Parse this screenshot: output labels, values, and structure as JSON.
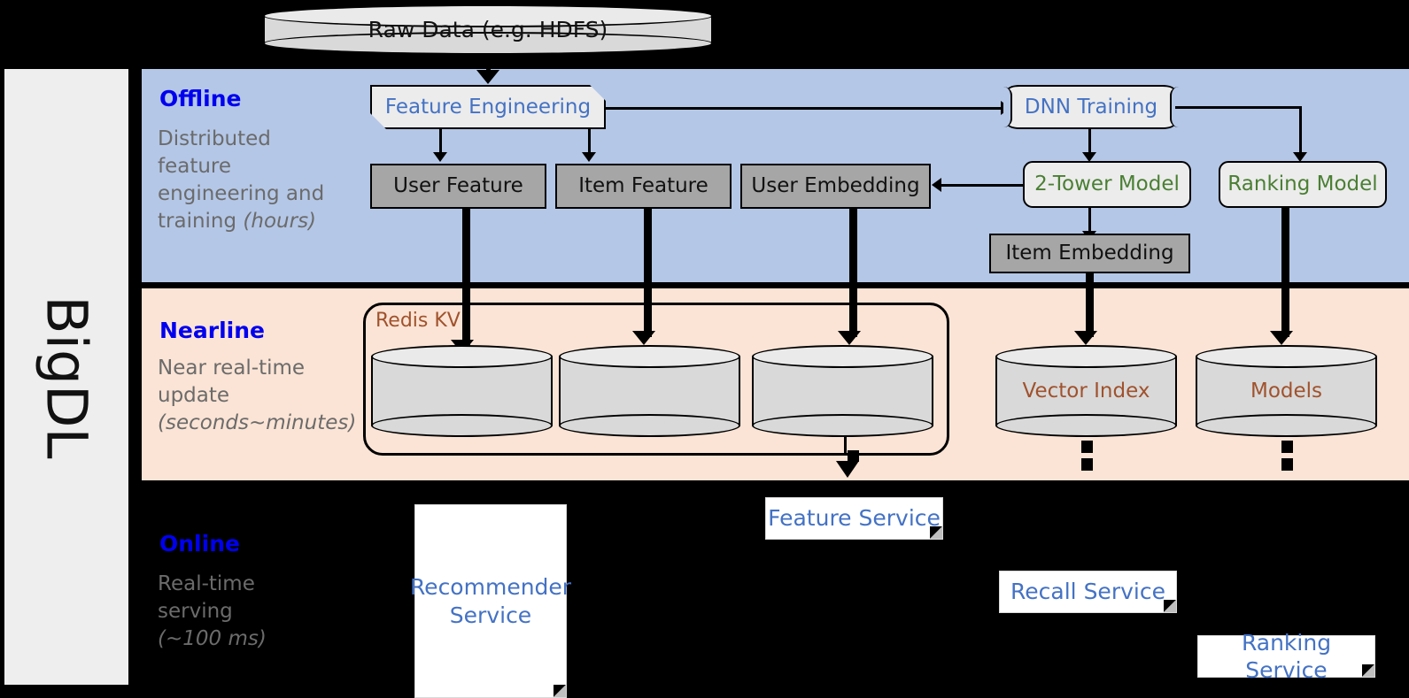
{
  "rail": {
    "label": "BigDL"
  },
  "stages": [
    {
      "id": "offline",
      "title": "Offline",
      "desc_line1": "Distributed",
      "desc_line2": "feature",
      "desc_line3": "engineering and",
      "desc_line4": "training ",
      "desc_italic": "(hours)"
    },
    {
      "id": "nearline",
      "title": "Nearline",
      "desc_line1": "Near real-time",
      "desc_line2": "update",
      "desc_line3": "",
      "desc_line4": "",
      "desc_italic": "(seconds~minutes)"
    },
    {
      "id": "online",
      "title": "Online",
      "desc_line1": "Real-time",
      "desc_line2": "serving",
      "desc_line3": "",
      "desc_line4": "",
      "desc_italic": "(~100 ms)"
    }
  ],
  "source": {
    "raw_data": "Raw Data (e.g. HDFS)"
  },
  "offline": {
    "feature_engineering": "Feature Engineering",
    "dnn_training": "DNN Training",
    "user_feature": "User Feature",
    "item_feature": "Item Feature",
    "user_embedding": "User Embedding",
    "two_tower_model": "2-Tower Model",
    "ranking_model": "Ranking Model",
    "item_embedding": "Item Embedding"
  },
  "nearline": {
    "redis_kv": "Redis KV",
    "store_user_feature": "",
    "store_item_feature": "",
    "store_user_embedding": "",
    "vector_index": "Vector Index",
    "models": "Models"
  },
  "online": {
    "recommender_service_l1": "Recommender",
    "recommender_service_l2": "Service",
    "feature_service": "Feature Service",
    "recall_service": "Recall Service",
    "ranking_service": "Ranking Service"
  },
  "colors": {
    "offline_band": "#b4c7e7",
    "nearline_band": "#fbe4d5",
    "online_band": "#000000",
    "stage_title": "#0000ee",
    "stage_desc": "#6b6b6b",
    "process_text": "#4472c4",
    "model_text": "#4a7f33",
    "store_text": "#a0522d",
    "data_box": "#a6a6a6",
    "rail_bg": "#eeeeee"
  }
}
